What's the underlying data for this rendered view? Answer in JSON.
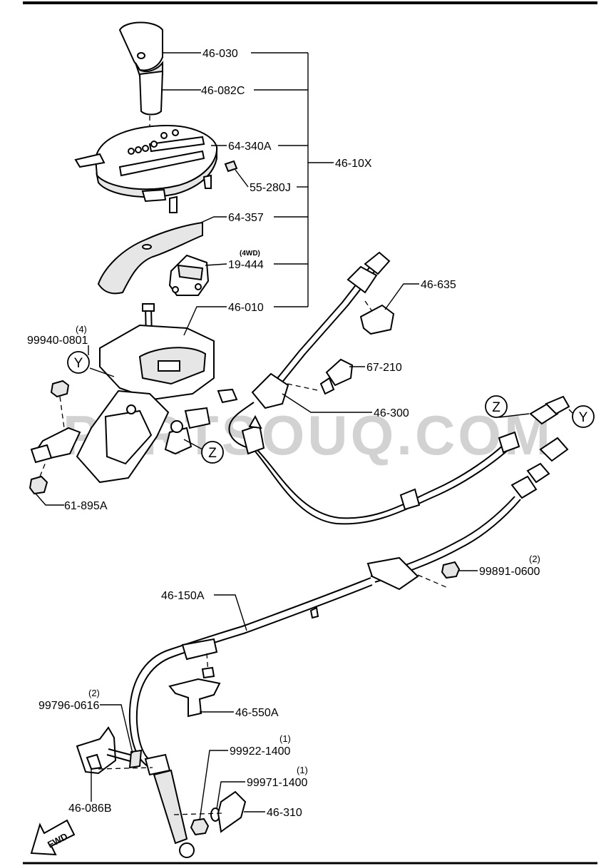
{
  "watermark": "PARTSOUQ.COM",
  "fwd_label": "FWD",
  "reference_marks": {
    "y_left": "Y",
    "z_left": "Z",
    "z_right": "Z",
    "y_right": "Y"
  },
  "parts": [
    {
      "id": "p1",
      "number": "46-030"
    },
    {
      "id": "p2",
      "number": "46-082C"
    },
    {
      "id": "p3",
      "number": "64-340A"
    },
    {
      "id": "p4",
      "number": "55-280J"
    },
    {
      "id": "p5",
      "number": "64-357"
    },
    {
      "id": "p6",
      "number": "19-444",
      "note": "(4WD)"
    },
    {
      "id": "p7",
      "number": "46-010"
    },
    {
      "id": "p8",
      "number": "46-10X"
    },
    {
      "id": "p9",
      "number": "46-635"
    },
    {
      "id": "p10",
      "number": "67-210"
    },
    {
      "id": "p11",
      "number": "46-300"
    },
    {
      "id": "p12",
      "number": "99940-0801",
      "qty": "(4)"
    },
    {
      "id": "p13",
      "number": "61-895A"
    },
    {
      "id": "p14",
      "number": "99891-0600",
      "qty": "(2)"
    },
    {
      "id": "p15",
      "number": "46-150A"
    },
    {
      "id": "p16",
      "number": "46-550A"
    },
    {
      "id": "p17",
      "number": "99796-0616",
      "qty": "(2)"
    },
    {
      "id": "p18",
      "number": "46-086B"
    },
    {
      "id": "p19",
      "number": "99922-1400",
      "qty": "(1)"
    },
    {
      "id": "p20",
      "number": "99971-1400",
      "qty": "(1)"
    },
    {
      "id": "p21",
      "number": "46-310"
    }
  ]
}
